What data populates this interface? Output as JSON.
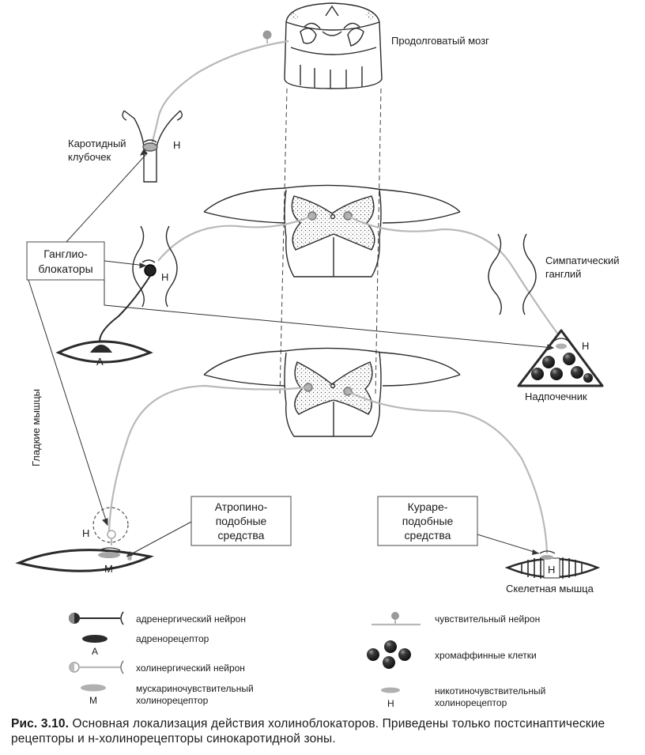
{
  "labels": {
    "medulla": "Продолговатый мозг",
    "carotid": [
      "Каротидный",
      "клубочек"
    ],
    "carotid_receptor": "Н",
    "sympathetic": [
      "Симпатический",
      "ганглий"
    ],
    "ganglion_receptor": "Н",
    "adrenal": "Надпочечник",
    "adrenal_receptor": "Н",
    "smooth_muscle_vertical": "Гладкие мышцы",
    "smooth_receptor_a": "А",
    "smooth_receptor_n": "Н",
    "smooth_receptor_m": "М",
    "skeletal": "Скелетная мышца",
    "skeletal_receptor": "Н"
  },
  "boxes": {
    "ganglioblockers": [
      "Ганглио-",
      "блокаторы"
    ],
    "atropine": [
      "Атропино-",
      "подобные",
      "средства"
    ],
    "curare": [
      "Кураре-",
      "подобные",
      "средства"
    ]
  },
  "legend": {
    "adrenergic_neuron": "адренергический нейрон",
    "adrenoreceptor": "адренорецептор",
    "adrenoreceptor_letter": "А",
    "cholinergic_neuron": "холинергический нейрон",
    "muscarinic": [
      "мускариночувствительный",
      "холинорецептор"
    ],
    "muscarinic_letter": "М",
    "sensory_neuron": "чувствительный нейрон",
    "chromaffin": "хромаффинные клетки",
    "nicotinic": [
      "никотиночувствительный",
      "холинорецептор"
    ],
    "nicotinic_letter": "Н"
  },
  "caption": {
    "label": "Рис. 3.10.",
    "text": " Основная локализация действия холиноблокаторов. Приведены только постсинаптические рецепторы и н-холинорецепторы синокаротидной зоны."
  },
  "colors": {
    "line": "#2a2a2a",
    "cholinergic": "#b9b9b9",
    "receptor_fill": "#9a9a9a",
    "dark": "#2b2b2b"
  }
}
